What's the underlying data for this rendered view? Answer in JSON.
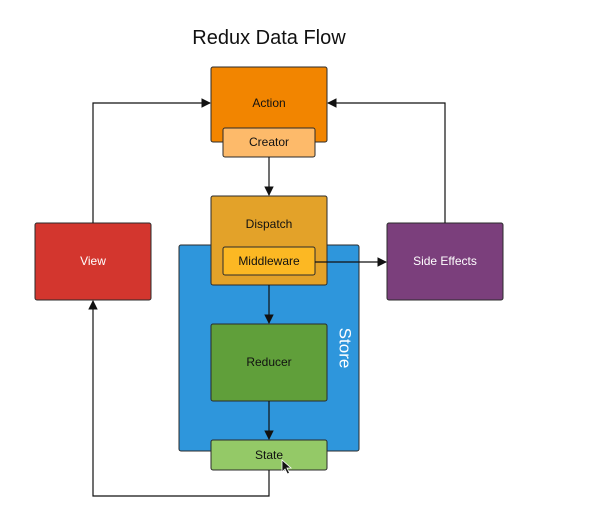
{
  "title": "Redux Data Flow",
  "nodes": {
    "action": {
      "label": "Action",
      "color": "#F28500"
    },
    "creator": {
      "label": "Creator",
      "color": "#FDBA6A"
    },
    "dispatch": {
      "label": "Dispatch",
      "color": "#E3A229"
    },
    "middleware": {
      "label": "Middleware",
      "color": "#FCB823"
    },
    "store": {
      "label": "Store",
      "color": "#2E96DC"
    },
    "reducer": {
      "label": "Reducer",
      "color": "#609F3A"
    },
    "state": {
      "label": "State",
      "color": "#94C967"
    },
    "view": {
      "label": "View",
      "color": "#D3362E"
    },
    "side_effects": {
      "label": "Side Effects",
      "color": "#7B3F7C"
    }
  }
}
